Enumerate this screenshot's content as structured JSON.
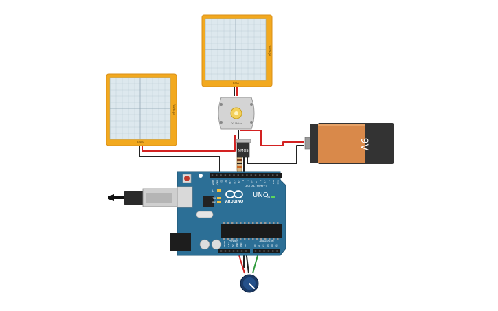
{
  "scope_left": {
    "label_side": "Voltage",
    "label_bottom": "Time"
  },
  "scope_top": {
    "label_side": "Voltage",
    "label_bottom": "Time"
  },
  "motor": {
    "label": "DC Motor"
  },
  "battery": {
    "label": "9V"
  },
  "mosfet": {
    "label": "NMOS"
  },
  "arduino": {
    "brand": "ARDUINO",
    "model": "UNO",
    "digital_label": "DIGITAL (PWM~)",
    "power_label": "POWER",
    "analog_label": "ANALOG IN",
    "on_label": "ON",
    "led_l": "L",
    "led_tx": "TX",
    "led_rx": "RX",
    "digital_pins": [
      "AREF",
      "GND",
      "13",
      "12",
      "~11",
      "~10",
      "~9",
      "8",
      "7",
      "~6",
      "~5",
      "4",
      "~3",
      "2",
      "TX 1",
      "RX 0"
    ],
    "power_pins": [
      "IOREF",
      "RESET",
      "3.3V",
      "5V",
      "GND",
      "GND",
      "Vin"
    ],
    "analog_pins": [
      "A0",
      "A1",
      "A2",
      "A3",
      "A4",
      "A5"
    ]
  },
  "colors": {
    "scope_frame": "#f2a91f",
    "scope_screen": "#dde8ee",
    "board": "#2c6f96",
    "battery_body": "#d9894a",
    "battery_top": "#333333",
    "wire_red": "#d32222",
    "wire_black": "#222222",
    "wire_green": "#2e9a3a"
  }
}
